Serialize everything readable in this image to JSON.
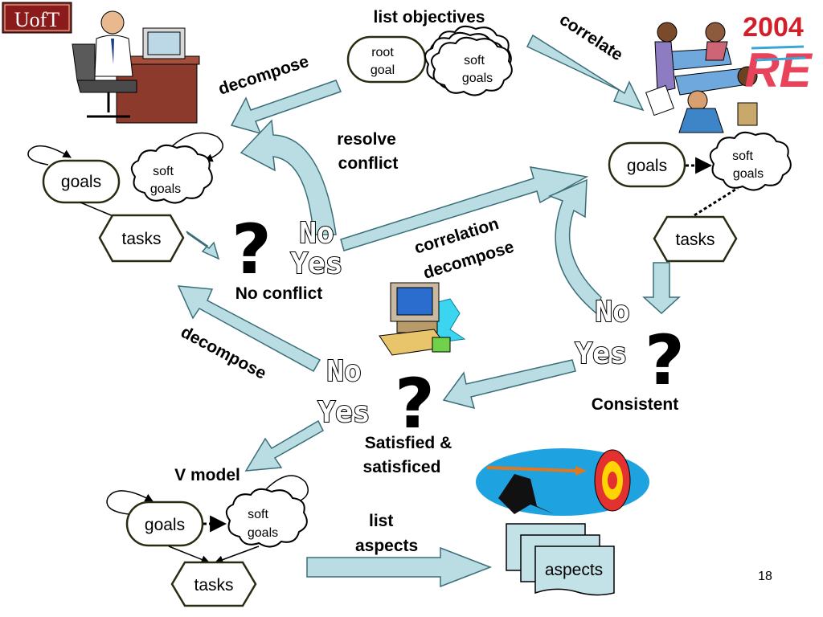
{
  "logo": {
    "text": "UofT"
  },
  "badge": {
    "year": "2004",
    "mark": "RE"
  },
  "labels": {
    "list_objectives": "list objectives",
    "decompose_top": "decompose",
    "correlate": "correlate",
    "resolve_conflict_1": "resolve",
    "resolve_conflict_2": "conflict",
    "no_conflict": "No conflict",
    "correlation": "correlation",
    "decompose_mid": "decompose",
    "decompose_left": "decompose",
    "consistent": "Consistent",
    "satisfied_1": "Satisfied &",
    "satisfied_2": "satisficed",
    "v_model": "V model",
    "list_aspects_1": "list",
    "list_aspects_2": "aspects",
    "page_number": "18"
  },
  "nodes": {
    "root_goal_1": "root",
    "root_goal_2": "goal",
    "soft_goals_1": "soft",
    "soft_goals_2": "goals",
    "goals": "goals",
    "tasks": "tasks",
    "aspects": "aspects"
  },
  "decision": {
    "no": "No",
    "yes": "Yes",
    "question": "?"
  },
  "colors": {
    "arrow_fill": "#b9dde3",
    "arrow_stroke": "#3a6e78",
    "node_border": "#2b2b12",
    "logo_bg": "#8b1a1a"
  }
}
